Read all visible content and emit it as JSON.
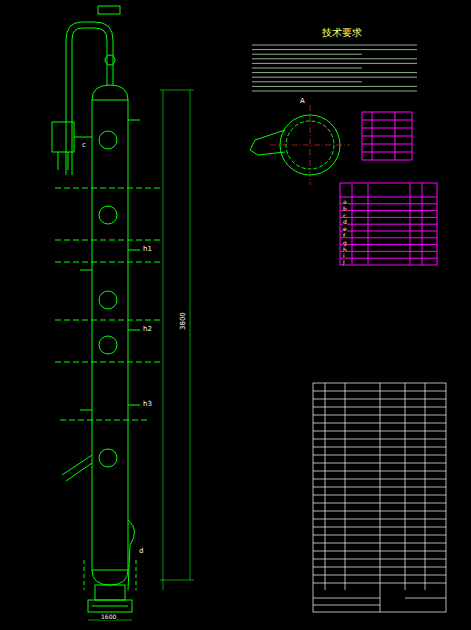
{
  "diagram": {
    "labels": [
      "技术要求",
      "a",
      "b",
      "c",
      "d",
      "e",
      "f",
      "g",
      "h",
      "i",
      "j",
      "3800",
      "1600",
      "h1",
      "h2",
      "h3",
      "c",
      "d",
      "A"
    ]
  }
}
